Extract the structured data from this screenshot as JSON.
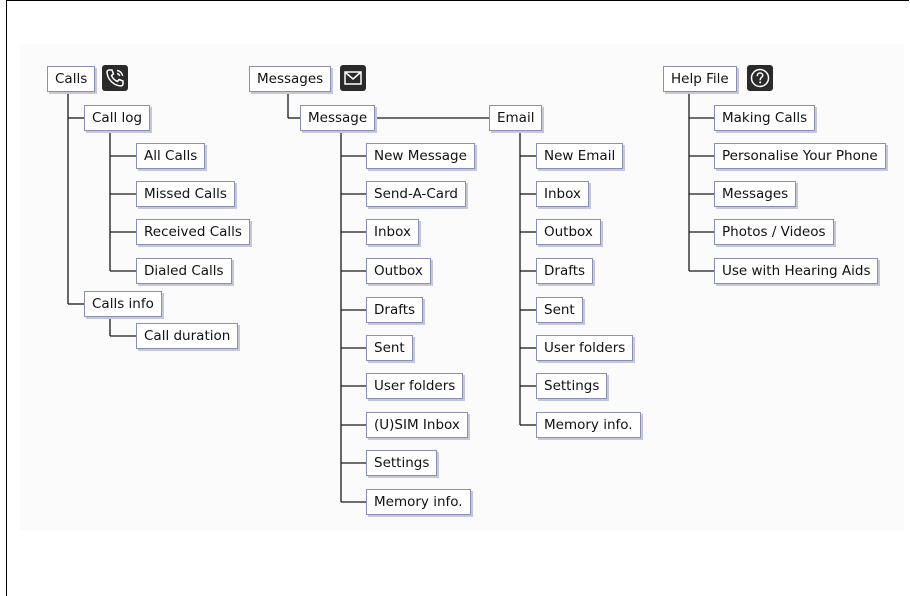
{
  "calls": {
    "root": "Calls",
    "icon": "phone-icon",
    "call_log": "Call log",
    "call_log_items": [
      "All Calls",
      "Missed Calls",
      "Received Calls",
      "Dialed Calls"
    ],
    "calls_info": "Calls info",
    "calls_info_items": [
      "Call duration"
    ]
  },
  "messages": {
    "root": "Messages",
    "icon": "envelope-icon",
    "message": "Message",
    "message_items": [
      "New Message",
      "Send-A-Card",
      "Inbox",
      "Outbox",
      "Drafts",
      "Sent",
      "User folders",
      "(U)SIM Inbox",
      "Settings",
      "Memory info."
    ],
    "email": "Email",
    "email_items": [
      "New Email",
      "Inbox",
      "Outbox",
      "Drafts",
      "Sent",
      "User folders",
      "Settings",
      "Memory info."
    ]
  },
  "help": {
    "root": "Help File",
    "icon": "help-icon",
    "items": [
      "Making Calls",
      "Personalise Your Phone",
      "Messages",
      "Photos / Videos",
      "Use with Hearing Aids"
    ]
  },
  "colors": {
    "node_border": "#8a8fb8",
    "icon_background": "#2a2a2a",
    "connector": "#1a1a1a"
  }
}
